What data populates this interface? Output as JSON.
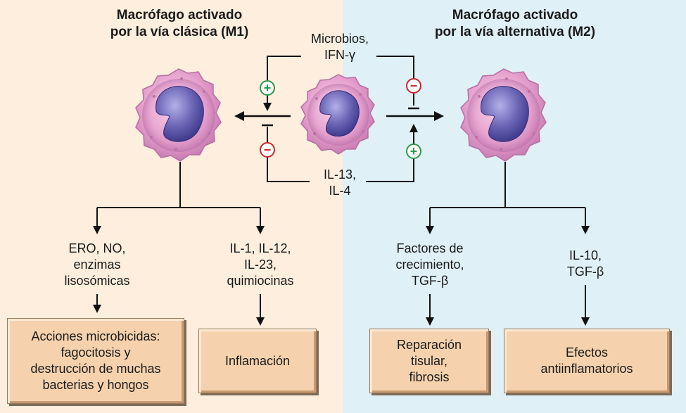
{
  "titles": {
    "m1": "Macrófago activado\npor la vía clásica (M1)",
    "m2": "Macrófago activado\npor la vía alternativa (M2)"
  },
  "stimuli": {
    "top": "Microbios,\nIFN-γ",
    "bottom": "IL-13,\nIL-4"
  },
  "signs": {
    "plus": "+",
    "minus": "−"
  },
  "m1": {
    "product_left": "ERO, NO,\nenzimas\nlisosómicas",
    "product_right": "IL-1, IL-12,\nIL-23,\nquimiocinas",
    "box_left": "Acciones microbicidas:\nfagocitosis y\ndestrucción de muchas\nbacterias y hongos",
    "box_right": "Inflamación"
  },
  "m2": {
    "product_left": "Factores de\ncrecimiento,\nTGF-β",
    "product_right": "IL-10,\nTGF-β",
    "box_left": "Reparación\ntisular,\nfibrosis",
    "box_right": "Efectos\nantiinflamatorios"
  },
  "colors": {
    "left_panel": "#fdeedd",
    "right_panel": "#dff0f6",
    "cell_cytoplasm": "#e7a3cf",
    "nucleus": "#6a64b4",
    "plus_sign": "#2e9a4a",
    "minus_sign": "#c8282c",
    "result_box": "#f5d2ad"
  }
}
